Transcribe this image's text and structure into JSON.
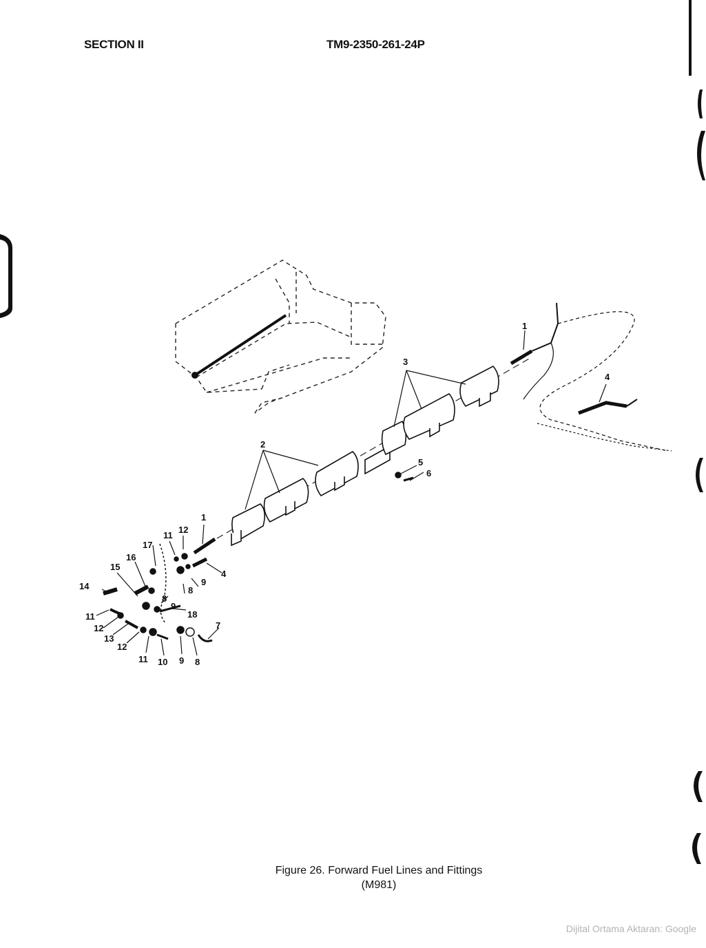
{
  "header": {
    "section": "SECTION II",
    "doc_number": "TM9-2350-261-24P"
  },
  "figure": {
    "caption_line1": "Figure 26.  Forward Fuel Lines and Fittings",
    "caption_line2": "(M981)",
    "callouts": [
      "1",
      "2",
      "3",
      "4",
      "5",
      "6",
      "1",
      "4",
      "7",
      "8",
      "9",
      "8",
      "9",
      "10",
      "11",
      "12",
      "13",
      "14",
      "15",
      "16",
      "17",
      "18",
      "11",
      "12",
      "11",
      "12",
      "8",
      "9"
    ]
  },
  "footer": {
    "credit": "Dijital Ortama Aktaran: Google"
  }
}
